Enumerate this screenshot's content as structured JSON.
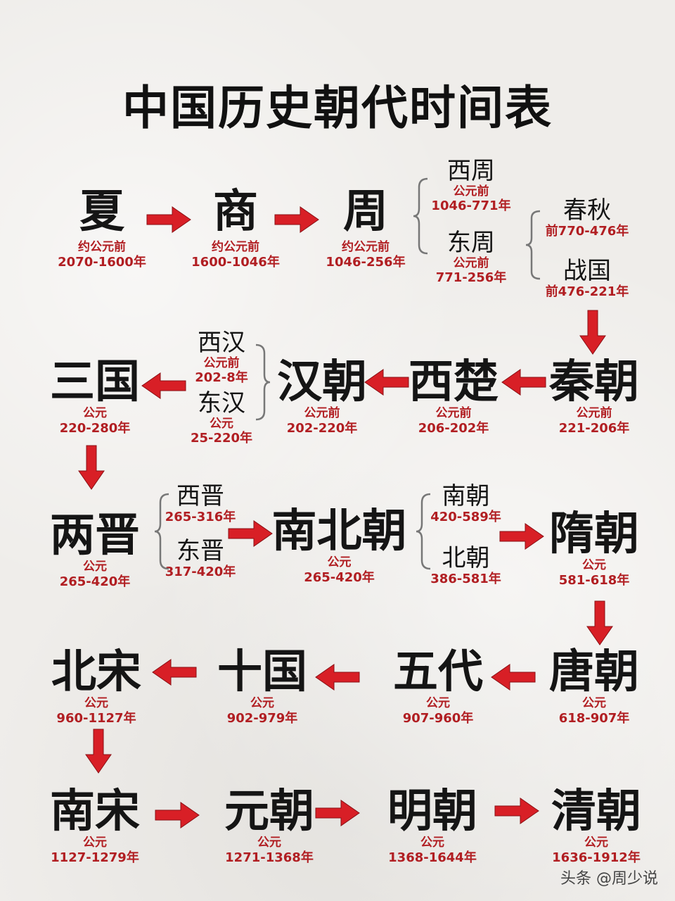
{
  "title": "中国历史朝代时间表",
  "xia": {
    "name": "夏",
    "l1": "约公元前",
    "l2": "2070-1600年"
  },
  "shang": {
    "name": "商",
    "l1": "约公元前",
    "l2": "1600-1046年"
  },
  "zhou": {
    "name": "周",
    "l1": "约公元前",
    "l2": "1046-256年"
  },
  "xizhou": {
    "name": "西周",
    "l1": "公元前",
    "l2": "1046-771年"
  },
  "dongzhou": {
    "name": "东周",
    "l1": "公元前",
    "l2": "771-256年"
  },
  "chunqiu": {
    "name": "春秋",
    "l1": "前770-476年"
  },
  "zhanguo": {
    "name": "战国",
    "l1": "前476-221年"
  },
  "qin": {
    "name": "秦朝",
    "l1": "公元前",
    "l2": "221-206年"
  },
  "xichu": {
    "name": "西楚",
    "l1": "公元前",
    "l2": "206-202年"
  },
  "han": {
    "name": "汉朝",
    "l1": "公元前",
    "l2": "202-220年"
  },
  "xihan": {
    "name": "西汉",
    "l1": "公元前",
    "l2": "202-8年"
  },
  "donghan": {
    "name": "东汉",
    "l1": "公元",
    "l2": "25-220年"
  },
  "sanguo": {
    "name": "三国",
    "l1": "公元",
    "l2": "220-280年"
  },
  "liangjin": {
    "name": "两晋",
    "l1": "公元",
    "l2": "265-420年"
  },
  "xijin": {
    "name": "西晋",
    "l1": "265-316年"
  },
  "dongjin": {
    "name": "东晋",
    "l1": "317-420年"
  },
  "nanbeichao": {
    "name": "南北朝",
    "l1": "公元",
    "l2": "265-420年"
  },
  "nanchao": {
    "name": "南朝",
    "l1": "420-589年"
  },
  "beichao": {
    "name": "北朝",
    "l1": "386-581年"
  },
  "sui": {
    "name": "隋朝",
    "l1": "公元",
    "l2": "581-618年"
  },
  "tang": {
    "name": "唐朝",
    "l1": "公元",
    "l2": "618-907年"
  },
  "wudai": {
    "name": "五代",
    "l1": "公元",
    "l2": "907-960年"
  },
  "shiguo": {
    "name": "十国",
    "l1": "公元",
    "l2": "902-979年"
  },
  "beisong": {
    "name": "北宋",
    "l1": "公元",
    "l2": "960-1127年"
  },
  "nansong": {
    "name": "南宋",
    "l1": "公元",
    "l2": "1127-1279年"
  },
  "yuan": {
    "name": "元朝",
    "l1": "公元",
    "l2": "1271-1368年"
  },
  "ming": {
    "name": "明朝",
    "l1": "公元",
    "l2": "1368-1644年"
  },
  "qing": {
    "name": "清朝",
    "l1": "公元",
    "l2": "1636-1912年"
  },
  "watermark": "头条 @周少说",
  "colors": {
    "arrow": "#d81f26",
    "date_text": "#b11e22",
    "name_text": "#151515"
  }
}
